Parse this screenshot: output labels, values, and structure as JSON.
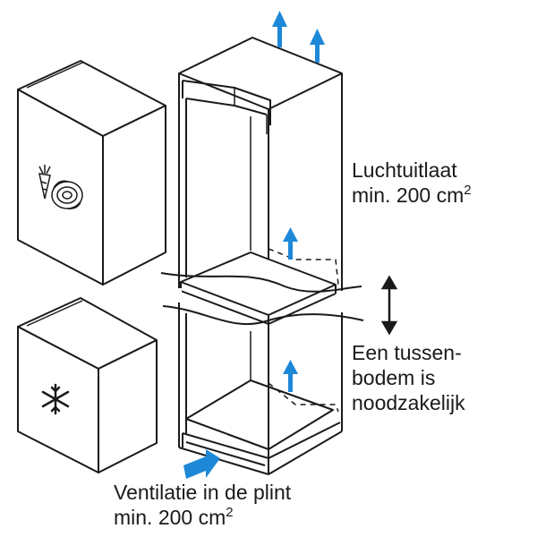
{
  "labels": {
    "exhaust_line1": "Luchtuitlaat",
    "exhaust_line2": "min. 200 cm",
    "exhaust_sup": "2",
    "shelf_line1": "Een tussen-",
    "shelf_line2": "bodem is",
    "shelf_line3": "noodzakelijk",
    "intake_line1": "Ventilatie in de plint",
    "intake_line2": "min. 200 cm",
    "intake_sup": "2"
  },
  "icons": {
    "fridge_door": [
      "carrot-icon",
      "cabbage-icon"
    ],
    "freezer_door": [
      "snowflake-icon"
    ],
    "airflow": [
      "airflow-up-arrow-icon",
      "airflow-in-arrow-icon"
    ],
    "gap": "double-arrow-icon"
  },
  "colors": {
    "airflow_arrow": "#1e88d8",
    "outline": "#1a1a1a",
    "background": "#ffffff"
  }
}
